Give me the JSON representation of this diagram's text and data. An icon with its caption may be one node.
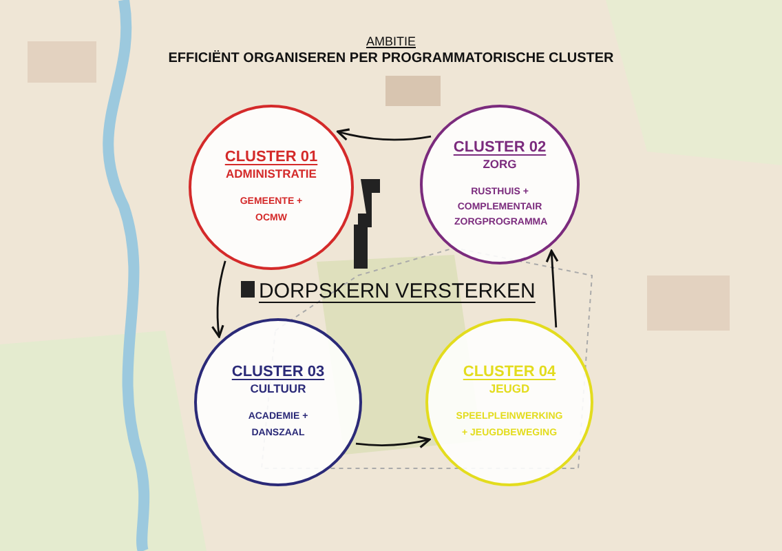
{
  "diagram": {
    "title": "EFFICIËNT ORGANISEREN PER PROGRAMMATORISCHE CLUSTER",
    "nodes": [
      {
        "text": [
          "CLUSTER 01",
          "ADMINISTRATIE",
          "GEMEENTE + OCMW"
        ]
      },
      {
        "text": [
          "CLUSTER 02",
          "ZORG",
          "RUSTHUIS + COMPLEMENTAIR ZORGPROGRAMMA"
        ]
      },
      {
        "text": [
          "CLUSTER 03",
          "CULTUUR",
          "ACADEMIE + DANSZAAL"
        ]
      },
      {
        "text": [
          "CLUSTER 04",
          "JEUGD",
          "SPEELPLEINWERKING + JEUGDBEWEGING"
        ]
      }
    ],
    "edges": [
      {
        "from": 1,
        "to": 0,
        "arrow": "to"
      },
      {
        "from": 0,
        "to": 2,
        "arrow": "to"
      },
      {
        "from": 2,
        "to": 3,
        "arrow": "to"
      },
      {
        "from": 3,
        "to": 1,
        "arrow": "to"
      }
    ],
    "labels": [
      "AMBITIE",
      "DORPSKERN VERSTERKEN"
    ]
  }
}
